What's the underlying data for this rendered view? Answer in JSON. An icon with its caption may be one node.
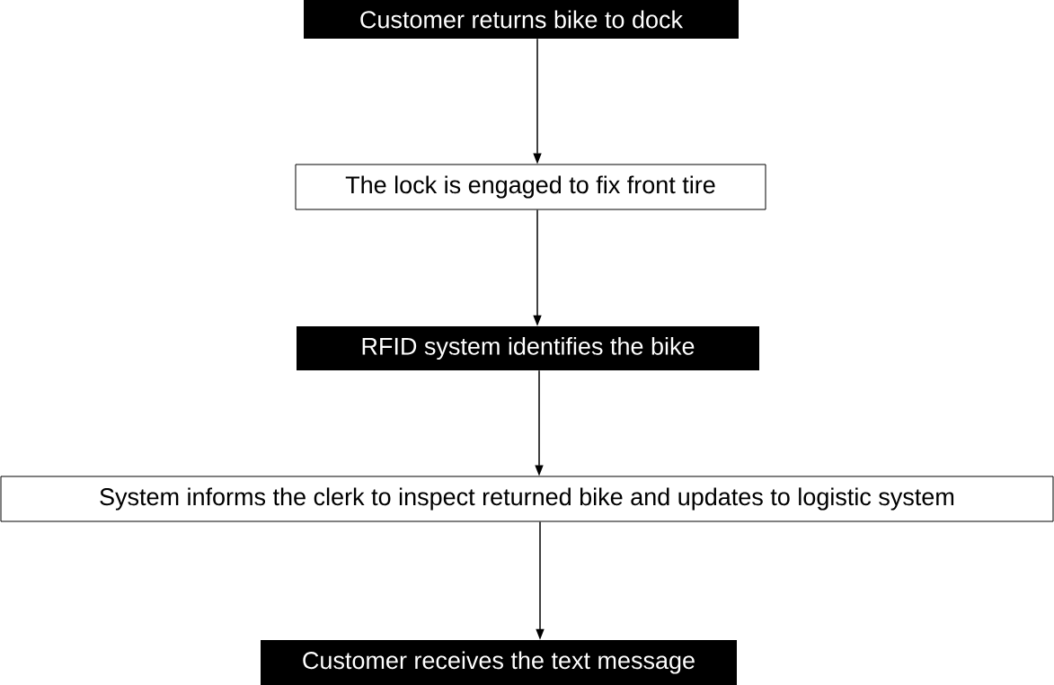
{
  "diagram": {
    "nodes": [
      {
        "text": [
          "Customer returns bike to dock"
        ]
      },
      {
        "text": [
          "The lock is engaged to fix front tire"
        ]
      },
      {
        "text": [
          "RFID system identifies the bike"
        ]
      },
      {
        "text": [
          "System informs the clerk to inspect returned bike and updates to logistic system"
        ]
      },
      {
        "text": [
          "Customer receives the text message"
        ]
      }
    ],
    "edges": [
      {
        "from": 0,
        "to": 1,
        "arrow": "to"
      },
      {
        "from": 1,
        "to": 2,
        "arrow": "to"
      },
      {
        "from": 2,
        "to": 3,
        "arrow": "to"
      },
      {
        "from": 3,
        "to": 4,
        "arrow": "to"
      }
    ]
  }
}
